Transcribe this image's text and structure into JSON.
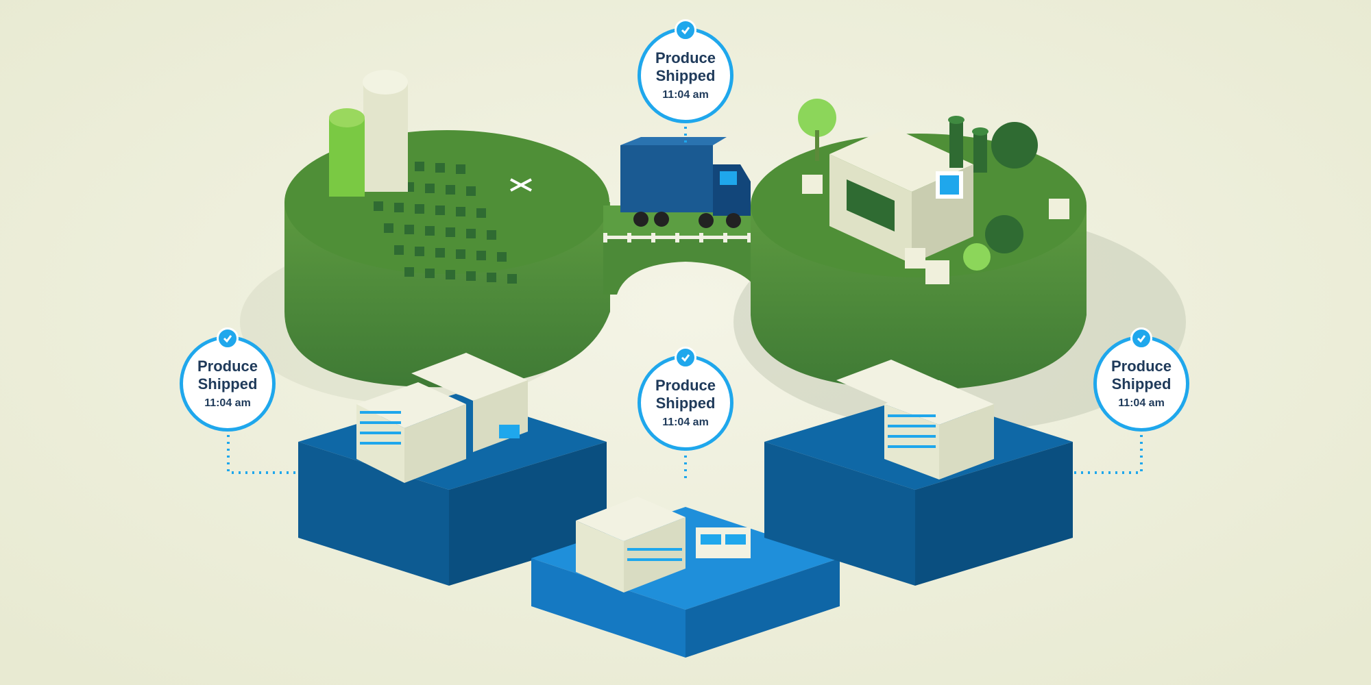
{
  "callouts": [
    {
      "line1": "Produce",
      "line2": "Shipped",
      "time": "11:04 am"
    },
    {
      "line1": "Produce",
      "line2": "Shipped",
      "time": "11:04 am"
    },
    {
      "line1": "Produce",
      "line2": "Shipped",
      "time": "11:04 am"
    },
    {
      "line1": "Produce",
      "line2": "Shipped",
      "time": "11:04 am"
    }
  ],
  "icons": {
    "status": "checkmark-icon",
    "farm": "farm-island",
    "truck": "delivery-truck",
    "factory": "processing-factory",
    "stores": "distribution-building"
  },
  "colors": {
    "accent": "#1fa7ec",
    "ground": "#4e8a3a",
    "water": "#1470b0",
    "background": "#eeeedd",
    "label_text": "#1f3a5a"
  }
}
